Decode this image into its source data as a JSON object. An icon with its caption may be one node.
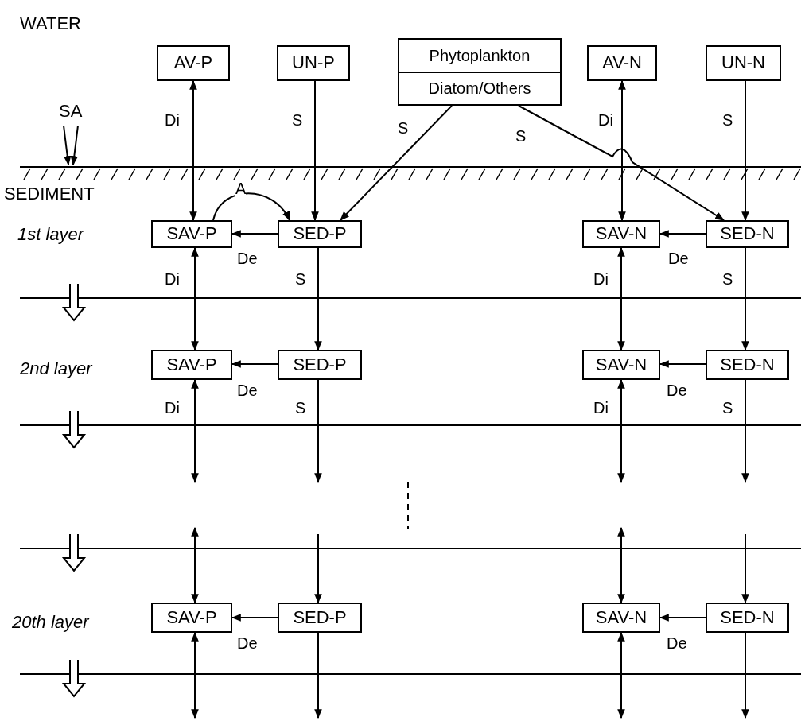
{
  "diagram": {
    "nodes": [
      {
        "text": [
          "AV-P"
        ]
      },
      {
        "text": [
          "UN-P"
        ]
      },
      {
        "text": [
          "Phytoplankton",
          "Diatom/Others"
        ]
      },
      {
        "text": [
          "AV-N"
        ]
      },
      {
        "text": [
          "UN-N"
        ]
      },
      {
        "text": [
          "SAV-P"
        ]
      },
      {
        "text": [
          "SED-P"
        ]
      },
      {
        "text": [
          "SAV-N"
        ]
      },
      {
        "text": [
          "SED-N"
        ]
      },
      {
        "text": [
          "SAV-P"
        ]
      },
      {
        "text": [
          "SED-P"
        ]
      },
      {
        "text": [
          "SAV-N"
        ]
      },
      {
        "text": [
          "SED-N"
        ]
      },
      {
        "text": [
          "SAV-P"
        ]
      },
      {
        "text": [
          "SED-P"
        ]
      },
      {
        "text": [
          "SAV-N"
        ]
      },
      {
        "text": [
          "SED-N"
        ]
      }
    ],
    "edges": [
      {
        "from": 0,
        "to": 5,
        "arrow": "both",
        "label": "Di"
      },
      {
        "from": 1,
        "to": 6,
        "arrow": "to",
        "label": "S"
      },
      {
        "from": 2,
        "to": 6,
        "arrow": "to",
        "label": "S"
      },
      {
        "from": 2,
        "to": 8,
        "arrow": "to",
        "label": "S"
      },
      {
        "from": 3,
        "to": 7,
        "arrow": "both",
        "label": "Di"
      },
      {
        "from": 4,
        "to": 8,
        "arrow": "to",
        "label": "S"
      },
      {
        "from": 5,
        "to": 6,
        "arrow": "to",
        "label": "A"
      },
      {
        "from": 6,
        "to": 5,
        "arrow": "to",
        "label": "De"
      },
      {
        "from": 8,
        "to": 7,
        "arrow": "to",
        "label": "De"
      },
      {
        "from": 5,
        "to": 9,
        "arrow": "both",
        "label": "Di"
      },
      {
        "from": 6,
        "to": 10,
        "arrow": "to",
        "label": "S"
      },
      {
        "from": 7,
        "to": 11,
        "arrow": "both",
        "label": "Di"
      },
      {
        "from": 8,
        "to": 12,
        "arrow": "to",
        "label": "S"
      },
      {
        "from": 10,
        "to": 9,
        "arrow": "to",
        "label": "De"
      },
      {
        "from": 12,
        "to": 11,
        "arrow": "to",
        "label": "De"
      },
      {
        "from": 9,
        "to": null,
        "arrow": "both",
        "label": "Di"
      },
      {
        "from": 10,
        "to": null,
        "arrow": "to",
        "label": "S"
      },
      {
        "from": 11,
        "to": null,
        "arrow": "both",
        "label": "Di"
      },
      {
        "from": 12,
        "to": null,
        "arrow": "to",
        "label": "S"
      },
      {
        "from": null,
        "to": 13,
        "arrow": "both"
      },
      {
        "from": null,
        "to": 14,
        "arrow": "to"
      },
      {
        "from": null,
        "to": 15,
        "arrow": "both"
      },
      {
        "from": null,
        "to": 16,
        "arrow": "to"
      },
      {
        "from": 14,
        "to": 13,
        "arrow": "to",
        "label": "De"
      },
      {
        "from": 16,
        "to": 15,
        "arrow": "to",
        "label": "De"
      },
      {
        "from": 13,
        "to": null,
        "arrow": "both"
      },
      {
        "from": 14,
        "to": null,
        "arrow": "to"
      },
      {
        "from": 15,
        "to": null,
        "arrow": "both"
      },
      {
        "from": 16,
        "to": null,
        "arrow": "to"
      }
    ],
    "labels": [
      "WATER",
      "SA",
      "SEDIMENT",
      "1st layer",
      "2nd layer",
      "20th layer"
    ]
  }
}
